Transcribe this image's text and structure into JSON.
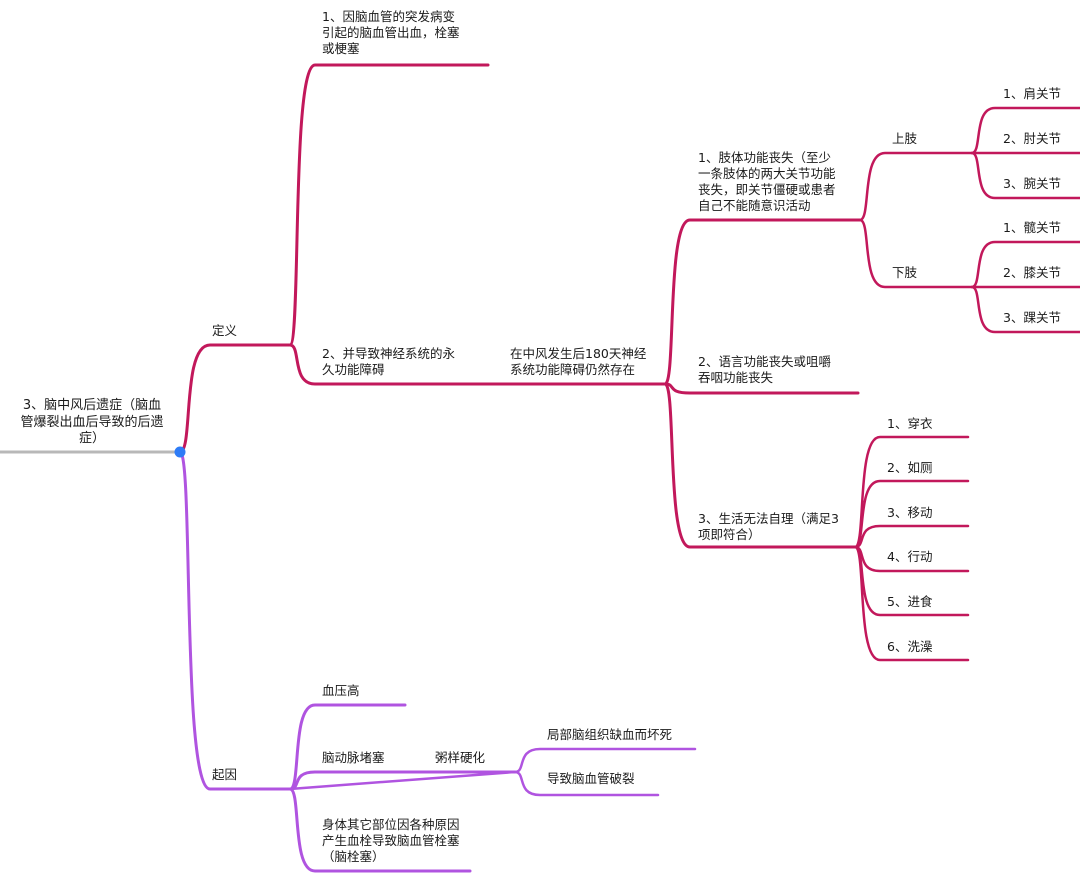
{
  "colors": {
    "definition_branch": "#c2185b",
    "cause_branch": "#b054e0",
    "root_line": "#b8b8b8",
    "root_dot": "#2e7cf6"
  },
  "root": "3、脑中风后遗症（脑血\n管爆裂出血后导致的后遗\n症）",
  "definition": {
    "label": "定义",
    "items": [
      "1、因脑血管的突发病变\n引起的脑血管出血，栓塞\n或梗塞",
      "2、并导致神经系统的永\n久功能障碍"
    ],
    "condition": "在中风发生后180天神经\n系统功能障碍仍然存在",
    "impairments": [
      "1、肢体功能丧失（至少\n一条肢体的两大关节功能\n丧失，即关节僵硬或患者\n自己不能随意识活动",
      "2、语言功能丧失或咀嚼\n吞咽功能丧失",
      "3、生活无法自理（满足3\n项即符合）"
    ],
    "upper_limb": {
      "label": "上肢",
      "joints": [
        "1、肩关节",
        "2、肘关节",
        "3、腕关节"
      ]
    },
    "lower_limb": {
      "label": "下肢",
      "joints": [
        "1、髋关节",
        "2、膝关节",
        "3、踝关节"
      ]
    },
    "daily_activities": [
      "1、穿衣",
      "2、如厕",
      "3、移动",
      "4、行动",
      "5、进食",
      "6、洗澡"
    ]
  },
  "cause": {
    "label": "起因",
    "items": [
      "血压高",
      "脑动脉堵塞",
      "身体其它部位因各种原因\n产生血栓导致脑血管栓塞\n（脑栓塞）"
    ],
    "sub": "粥样硬化",
    "results": [
      "局部脑组织缺血而坏死",
      "导致脑血管破裂"
    ]
  }
}
